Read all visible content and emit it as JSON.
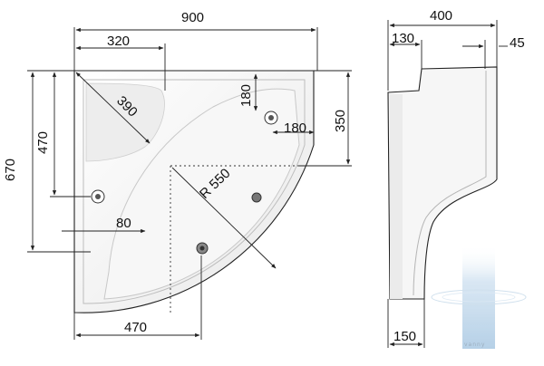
{
  "plan_view": {
    "dims": {
      "width_top": "900",
      "width_inner": "320",
      "height_left": "670",
      "height_inner": "470",
      "seat_diag": "390",
      "drain_offset_v": "180",
      "drain_offset_h": "180",
      "right_side": "350",
      "radius": "R 550",
      "small_offset": "80",
      "bottom_width": "470"
    }
  },
  "side_view": {
    "dims": {
      "depth_top": "400",
      "top_step": "130",
      "top_rim": "45",
      "bottom_depth": "150"
    }
  },
  "watermark": {
    "text": "vanny"
  },
  "colors": {
    "line": "#222222",
    "tray_fill": "#f4f4f4",
    "tray_shadow": "#e2e2e2",
    "watermark": "#b9d3e8"
  }
}
